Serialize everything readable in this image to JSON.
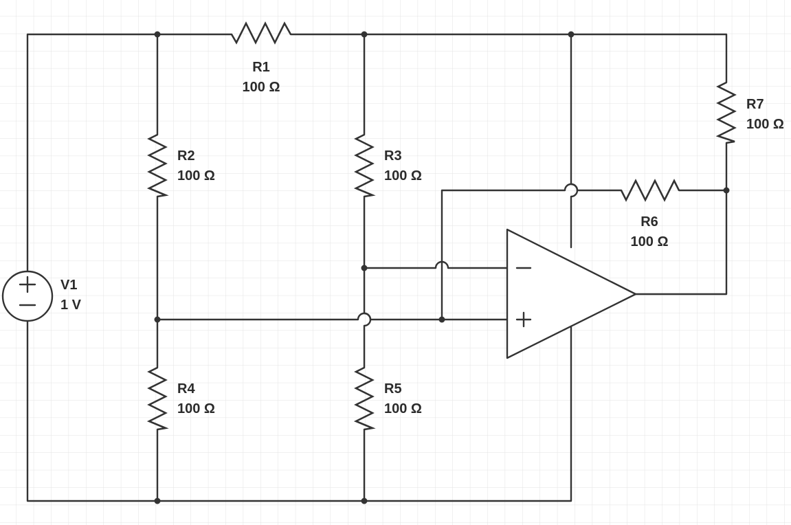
{
  "components": {
    "R1": {
      "name": "R1",
      "value": "100 Ω"
    },
    "R2": {
      "name": "R2",
      "value": "100 Ω"
    },
    "R3": {
      "name": "R3",
      "value": "100 Ω"
    },
    "R4": {
      "name": "R4",
      "value": "100 Ω"
    },
    "R5": {
      "name": "R5",
      "value": "100 Ω"
    },
    "R6": {
      "name": "R6",
      "value": "100 Ω"
    },
    "R7": {
      "name": "R7",
      "value": "100 Ω"
    },
    "V1": {
      "name": "V1",
      "value": "1 V"
    }
  },
  "colors": {
    "wire": "#333333",
    "grid": "#e3e3e3",
    "background": "#ffffff"
  }
}
